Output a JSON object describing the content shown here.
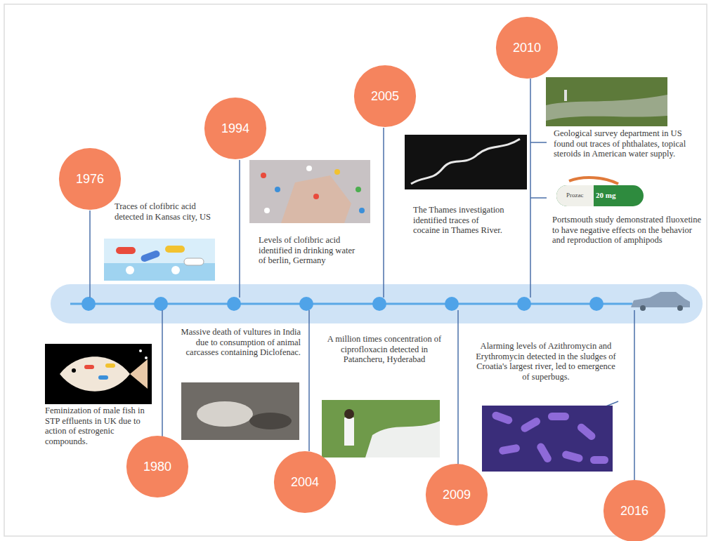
{
  "diagram": {
    "nodes": [
      {
        "text": [
          "1976"
        ]
      },
      {
        "text": [
          "1980"
        ]
      },
      {
        "text": [
          "1994"
        ]
      },
      {
        "text": [
          "2004"
        ]
      },
      {
        "text": [
          "2005"
        ]
      },
      {
        "text": [
          "2009"
        ]
      },
      {
        "text": [
          "2010"
        ]
      },
      {
        "text": [
          "2016"
        ]
      }
    ],
    "labels": [
      "Traces of clofibric acid detected in Kansas city, US",
      "Feminization of male fish in STP effluents in UK due to action of estrogenic compounds.",
      "Levels of clofibric acid identified in drinking water of berlin, Germany",
      "Massive death of vultures in India due to consumption of animal carcasses containing Diclofenac.",
      "The Thames investigation identified traces of cocaine in Thames River.",
      "A million times concentration of ciprofloxacin detected in Patancheru, Hyderabad",
      "Geological survey department in US found out traces of phthalates, topical steroids in American water supply.",
      "Portsmouth study demonstrated fluoxetine to have negative effects on the behavior and reproduction of amphipods",
      "Alarming levels of Azithromycin and Erythromycin detected in the sludges of Croatia's largest river, led to emergence of superbugs.",
      "Prozac",
      "20 mg"
    ]
  }
}
